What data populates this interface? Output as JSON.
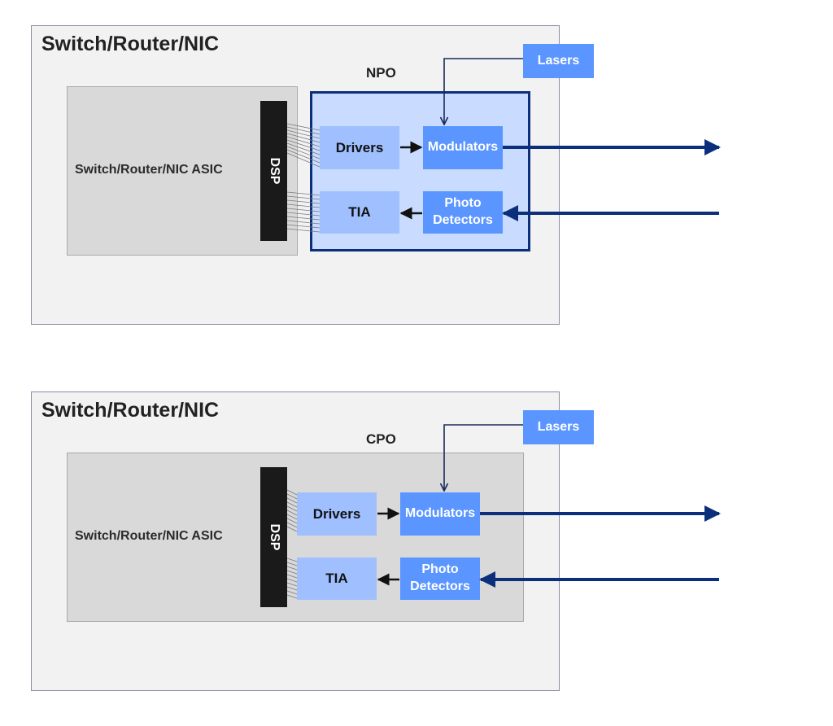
{
  "diagrams": [
    {
      "system_title": "Switch/Router/NIC",
      "asic_label": "Switch/Router/NIC ASIC",
      "dsp_label": "DSP",
      "package_label": "NPO",
      "lasers_label": "Lasers",
      "drivers_label": "Drivers",
      "modulators_label": "Modulators",
      "tia_label": "TIA",
      "photo_detectors_line1": "Photo",
      "photo_detectors_line2": "Detectors"
    },
    {
      "system_title": "Switch/Router/NIC",
      "asic_label": "Switch/Router/NIC ASIC",
      "dsp_label": "DSP",
      "package_label": "CPO",
      "lasers_label": "Lasers",
      "drivers_label": "Drivers",
      "modulators_label": "Modulators",
      "tia_label": "TIA",
      "photo_detectors_line1": "Photo",
      "photo_detectors_line2": "Detectors"
    }
  ],
  "colors": {
    "outer_bg": "#f2f2f2",
    "asic_bg": "#d9d9d9",
    "npo_bg": "#c9dcff",
    "npo_border": "#0b2f7a",
    "light_block": "#9fbfff",
    "dark_block": "#5b95ff",
    "signal_arrow": "#0b2f7a",
    "dsp": "#1a1a1a"
  }
}
